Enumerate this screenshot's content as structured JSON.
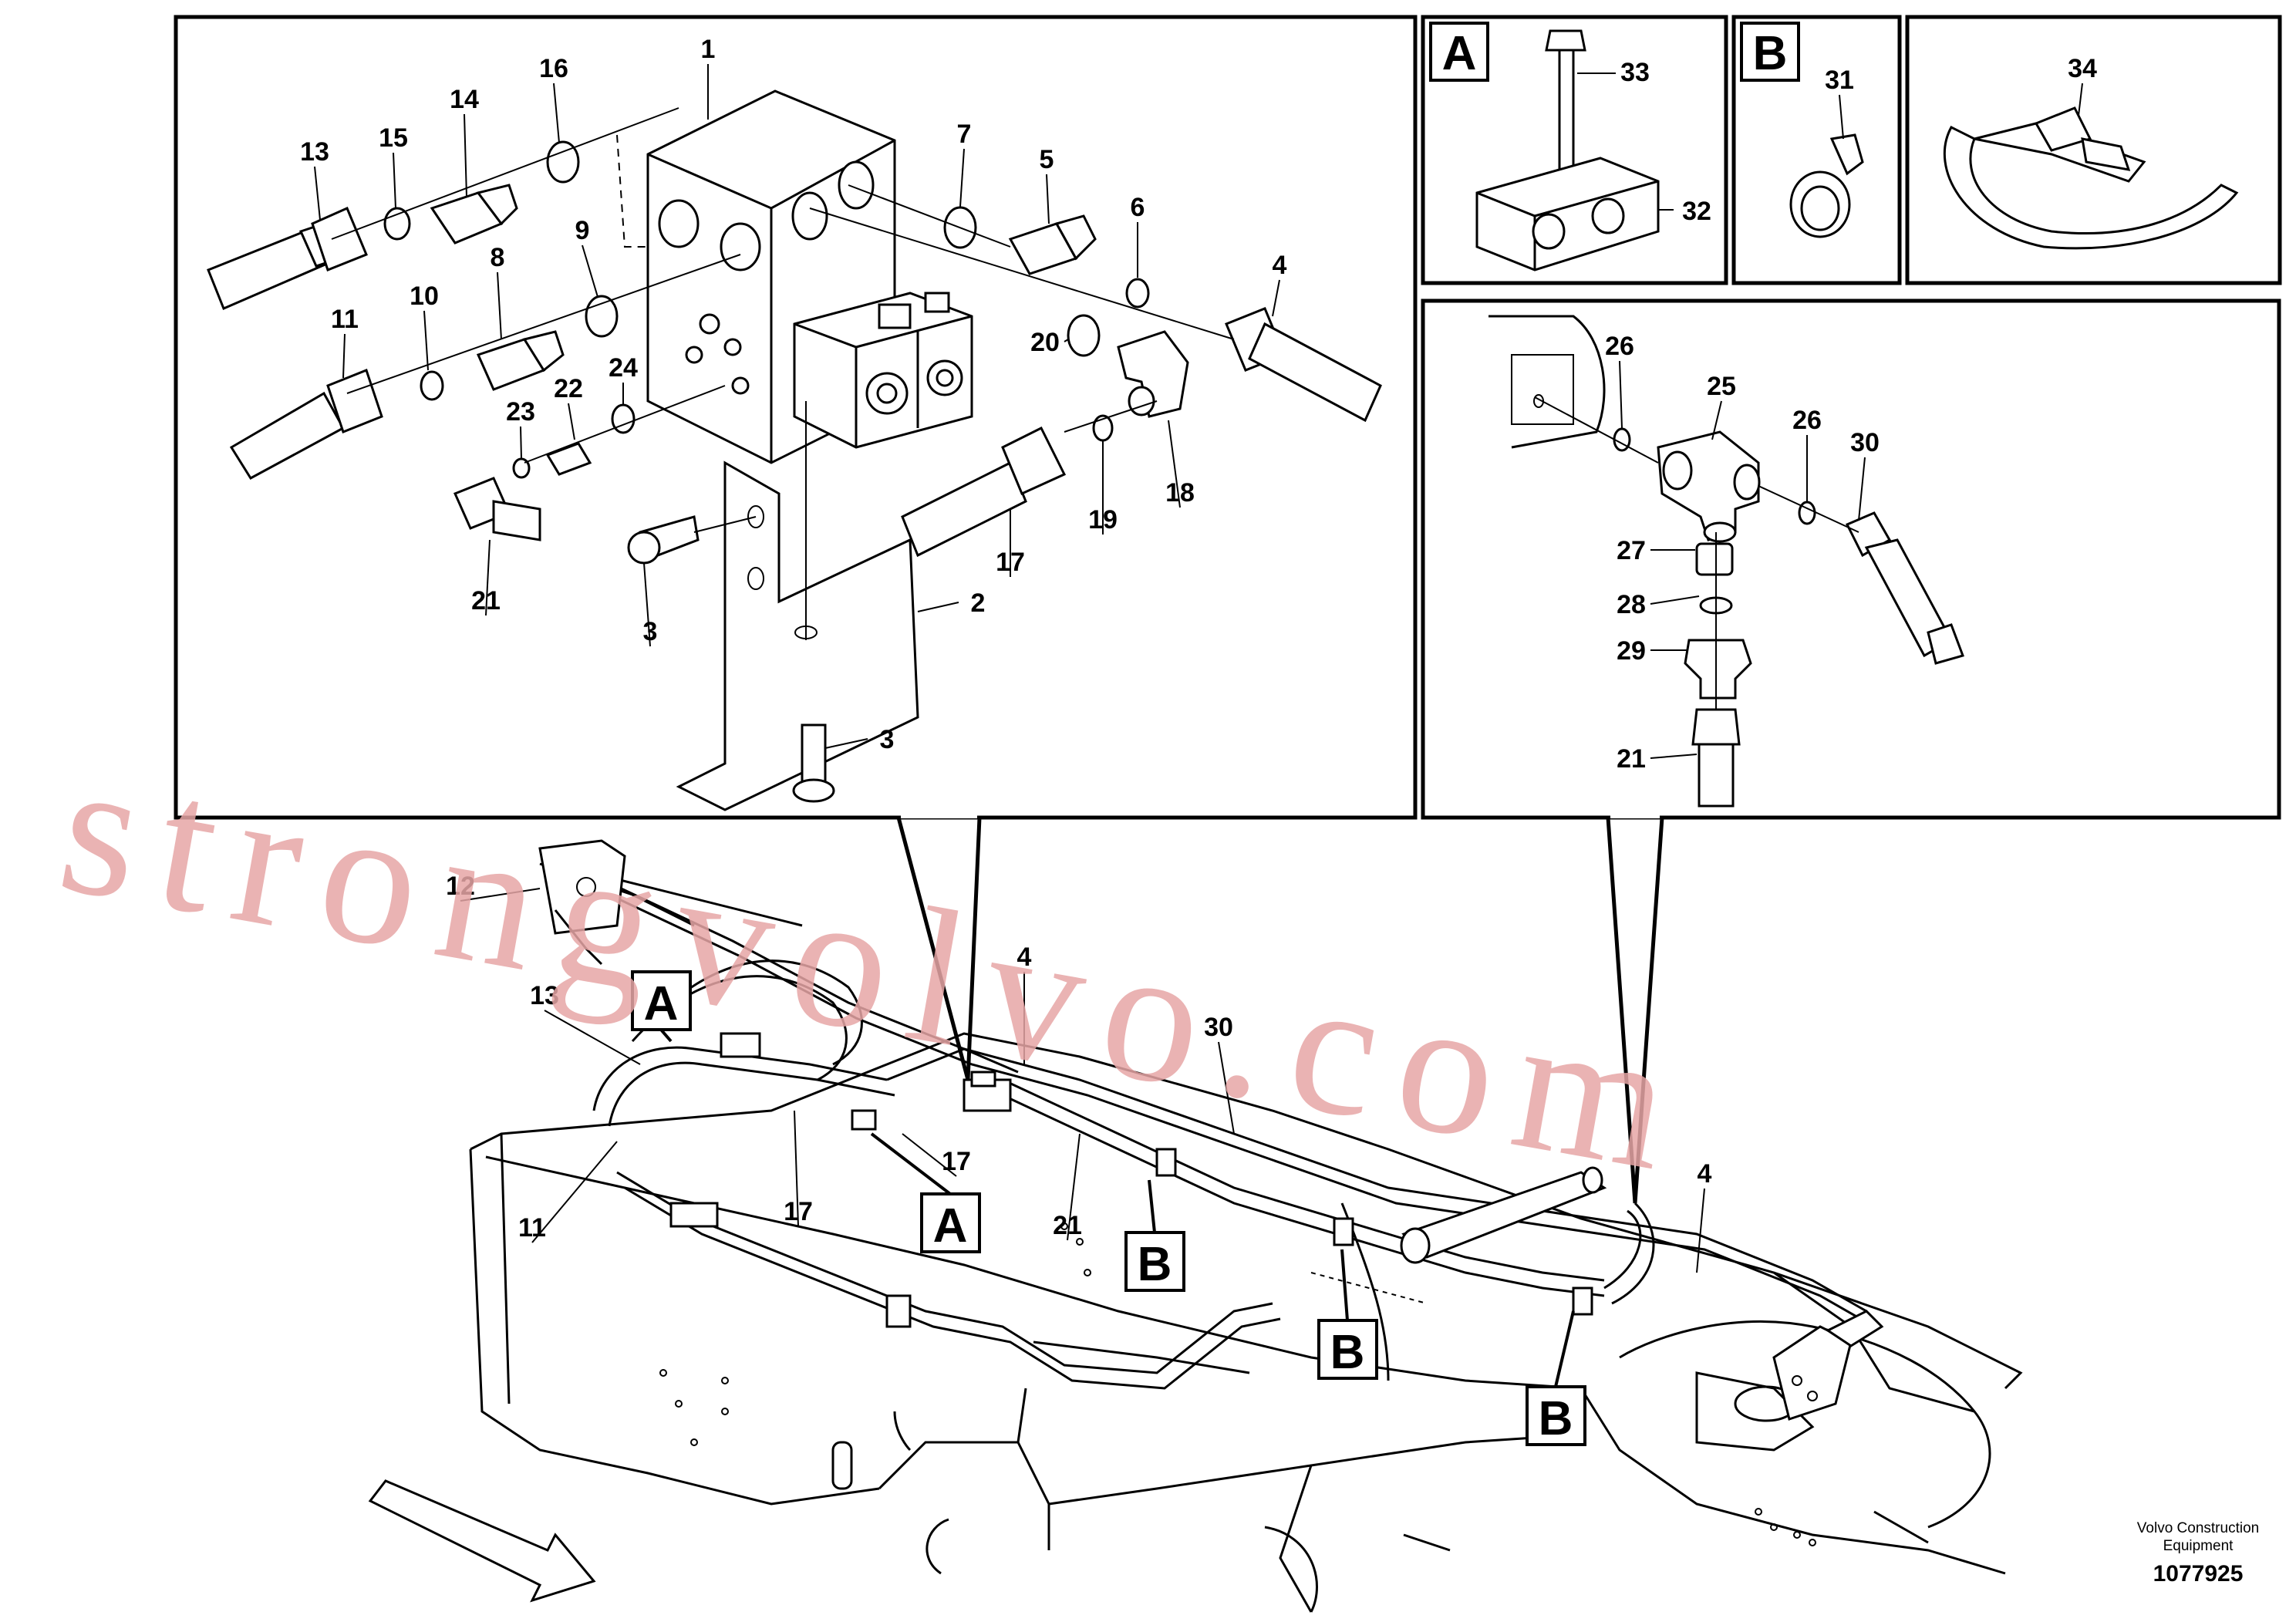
{
  "inset_labels": {
    "main": [
      "1",
      "2",
      "3",
      "3",
      "4",
      "5",
      "6",
      "7",
      "8",
      "9",
      "10",
      "11",
      "13",
      "14",
      "15",
      "16",
      "17",
      "18",
      "19",
      "20",
      "21",
      "22",
      "23",
      "24"
    ],
    "box_a": [
      "33",
      "32"
    ],
    "box_b": [
      "31"
    ],
    "box_34": [
      "34"
    ],
    "tee": [
      "26",
      "25",
      "26",
      "30",
      "27",
      "28",
      "29",
      "21"
    ]
  },
  "view_tags": {
    "a": "A",
    "b": "B"
  },
  "overview_labels": {
    "l12": "12",
    "l13": "13",
    "l4a": "4",
    "l30": "30",
    "l17a": "17",
    "l17b": "17",
    "l11": "11",
    "l21": "21",
    "l4b": "4"
  },
  "overview_tags": {
    "a1": "A",
    "a2": "A",
    "b1": "B",
    "b2": "B",
    "b3": "B"
  },
  "watermark": "strongvolvo.com",
  "footer": {
    "line1": "Volvo Construction",
    "line2": "Equipment",
    "doc_number": "1077925"
  }
}
